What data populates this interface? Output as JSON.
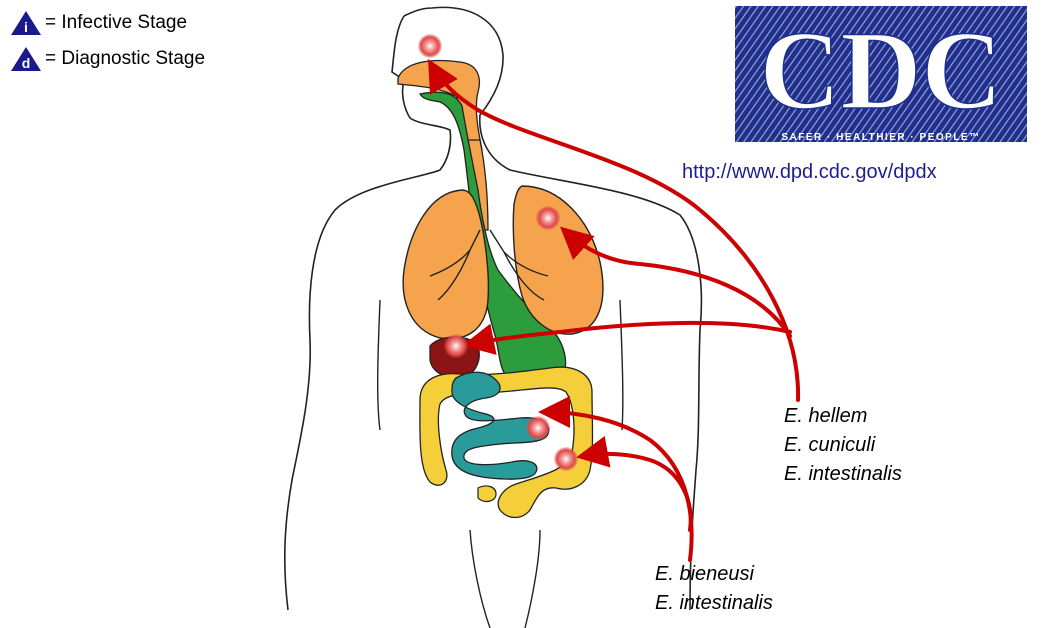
{
  "legend": {
    "infective": {
      "letter": "i",
      "label": "= Infective Stage"
    },
    "diagnostic": {
      "letter": "d",
      "label": "= Diagnostic Stage"
    }
  },
  "cdc": {
    "logo_text": "CDC",
    "tagline": "SAFER · HEALTHIER · PEOPLE™",
    "url": "http://www.dpd.cdc.gov/dpdx"
  },
  "species_group_1": [
    "E. hellem",
    "E. cuniculi",
    "E. intestinalis"
  ],
  "species_group_2": [
    "E. bieneusi",
    "E. intestinalis"
  ],
  "colors": {
    "legend_triangle": "#1a1a8c",
    "cdc_blue": "#1e2f8e",
    "arrow": "#cc0000",
    "lungs": "#f6a34d",
    "trachea": "#2c9c3c",
    "liver": "#8b1414",
    "colon": "#f5cf3a",
    "small_intestine": "#2a9b9b"
  }
}
